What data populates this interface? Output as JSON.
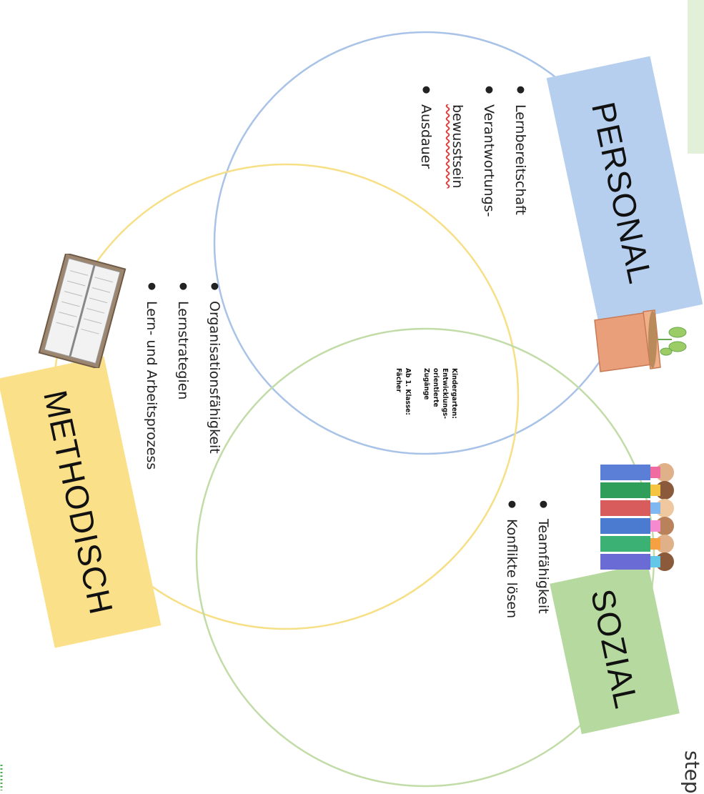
{
  "colors": {
    "personal_circle": "#a9c2e8",
    "methodisch_circle": "#f7df86",
    "sozial_circle": "#c2dca8",
    "personal_box": "#b6cfee",
    "methodisch_box": "#fbe08a",
    "sozial_box": "#b5d99f",
    "corner_box": "#e2efd9"
  },
  "personal": {
    "title": "PERSONAL",
    "items": [
      "Lernbereitschaft",
      "Verantwortungs-",
      "Ausdauer"
    ],
    "item2_cont": "bewusstsein"
  },
  "methodisch": {
    "title": "METHODISCH",
    "items": [
      "Organisationsfähigkeit",
      "Lernstrategien",
      "Lern- und Arbeitsprozess"
    ]
  },
  "sozial": {
    "title": "SOZIAL",
    "items": [
      "Teamfähigkeit",
      "Konflikte lösen"
    ]
  },
  "center": {
    "lines": [
      "Kindergarten:",
      "Entwicklungs-",
      "orientierte",
      "Zugänge",
      "",
      "Ab 1. Klasse:",
      "Fächer"
    ]
  },
  "corner_text": "step",
  "icons": {
    "personal": "flower-pot-icon",
    "methodisch": "planner-book-icon",
    "sozial": "children-group-icon"
  }
}
